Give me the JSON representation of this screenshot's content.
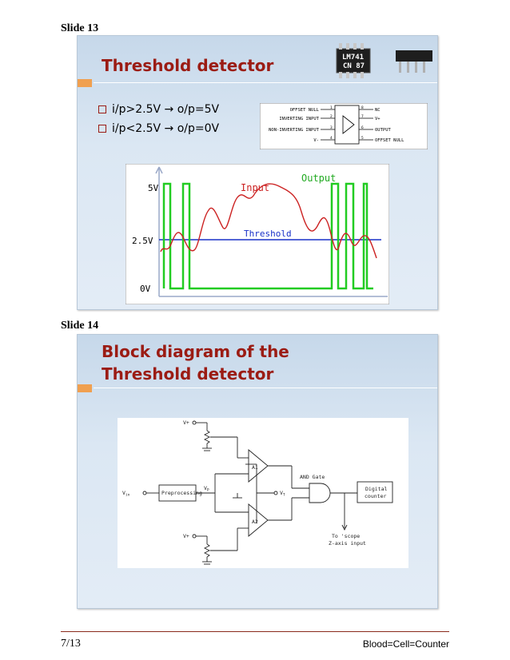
{
  "slide13": {
    "label": "Slide 13",
    "title": "Threshold detector",
    "bullets": [
      "i/p>2.5V → o/p=5V",
      "i/p<2.5V → o/p=0V"
    ],
    "chip": {
      "line1": "LM741",
      "line2": "CN 87"
    },
    "pinout": {
      "left": [
        "OFFSET NULL",
        "INVERTING INPUT",
        "NON-INVERTING INPUT",
        "V-"
      ],
      "right": [
        "NC",
        "V+",
        "OUTPUT",
        "OFFSET NULL"
      ],
      "pins_left": [
        "1",
        "2",
        "3",
        "4"
      ],
      "pins_right": [
        "8",
        "7",
        "6",
        "5"
      ]
    },
    "graph": {
      "label_5v": "5V",
      "label_25v": "2.5V",
      "label_0v": "0V",
      "input_label": "Input",
      "output_label": "Output",
      "threshold_label": "Threshold"
    }
  },
  "slide14": {
    "label": "Slide 14",
    "title_line1": "Block diagram of the",
    "title_line2": "Threshold detector",
    "diagram": {
      "vplus_top": "V+",
      "vplus_bottom": "V+",
      "vin": "V",
      "vin_sub": "in",
      "preprocessing": "Preprocessing",
      "vp": "V",
      "vp_sub": "P",
      "a1": "A1",
      "a2": "A2",
      "vt": "V",
      "vt_sub": "T",
      "and_gate": "AND Gate",
      "digital": "Digital",
      "counter": "counter",
      "scope1": "To 'scope",
      "scope2": "Z-axis input"
    }
  },
  "footer": {
    "page": "7/13",
    "title": "Blood=Cell=Counter"
  }
}
